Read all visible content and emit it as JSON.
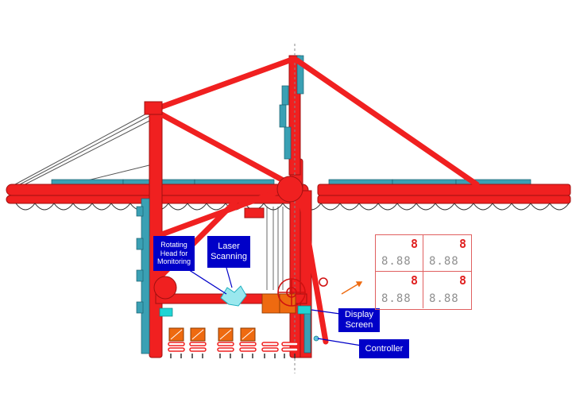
{
  "labels": {
    "rotating_head": "Rotating\nHead for\nMonitoring",
    "laser_scanning": "Laser\nScanning",
    "display_screen": "Display\nScreen",
    "controller": "Controller"
  },
  "display_panel": {
    "cells": [
      {
        "digit": "8",
        "readout": "8.88"
      },
      {
        "digit": "8",
        "readout": "8.88"
      },
      {
        "digit": "8",
        "readout": "8.88"
      },
      {
        "digit": "8",
        "readout": "8.88"
      }
    ]
  },
  "colors": {
    "crane": "#f02020",
    "container": "#3aa0b4",
    "callout_bg": "#0000c8",
    "callout_text": "#ffffff",
    "sensor": "#20d4d4",
    "panel_border": "#e06060",
    "spreader_box": "#ee6a10"
  }
}
